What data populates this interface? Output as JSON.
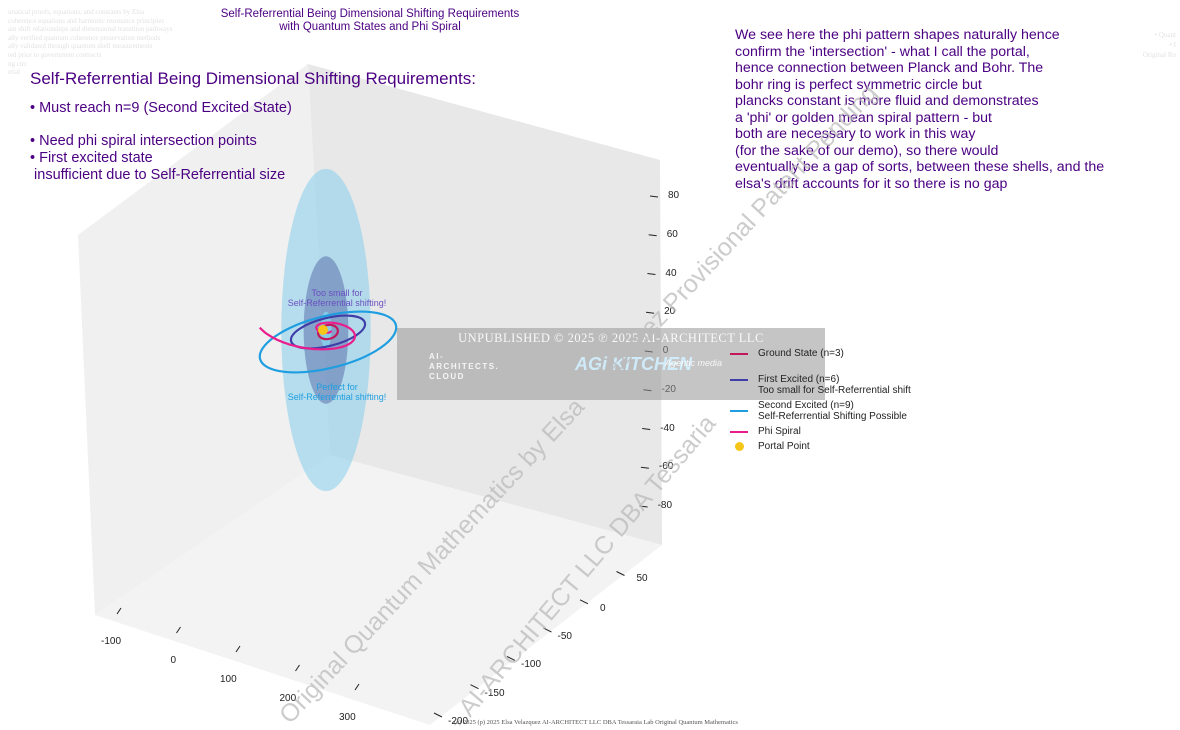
{
  "title_lines": [
    "Self-Referrential Being Dimensional Shifting Requirements",
    "with Quantum States and Phi Spiral"
  ],
  "background_notes": [
    "unatical proofs, equations, and constants by Elsa",
    "coherence equations and harmonic resonance principles",
    "ain shift relationships and dimensional transition pathways",
    "ally verified quantum coherence preservation methods",
    "ally validated through quantum shell measurements",
    "ted prior to government contracts",
    "ng circ",
    "etial"
  ],
  "background_notes_right": [
    "• Quant",
    "• I",
    "Original Ro"
  ],
  "requirements": {
    "heading": "Self-Referrential Being Dimensional Shifting Requirements:",
    "lines": [
      "• Must reach n=9 (Second Excited State)",
      "",
      "• Need phi spiral intersection points",
      "• First excited state",
      " insufficient due to Self-Referrential size"
    ]
  },
  "insight_lines": [
    "We see here the phi pattern shapes naturally hence",
    "confirm the 'intersection' - what I call the portal,",
    "hence connection between Planck and Bohr. The",
    "bohr ring is perfect symmetric circle but",
    "plancks constant is more fluid and demonstrates",
    "a 'phi' or golden mean spiral pattern - but",
    "both are necessary to work in this way",
    "(for the sake of our demo), so there would",
    "eventually be a gap of sorts, between these shells, and the",
    "elsa's drift accounts for it so there is no gap"
  ],
  "annotations": {
    "too_small": [
      "Too small for",
      "Self-Referrential shifting!"
    ],
    "perfect": [
      "Perfect for",
      "Self-Referrential shifting!"
    ]
  },
  "banner": {
    "text": "UNPUBLISHED © 2025 ℗ 2025 AI-ARCHITECT LLC",
    "logo_left": [
      "AI-",
      "ARCHITECTS.",
      "CLOUD"
    ],
    "logo_mid": "AGi KITCHEN",
    "logo_right": "Agentic media"
  },
  "watermarks": [
    "Original Quantum Mathematics by Elsa Velazquez Provisional Patent Pending",
    "AI-ARCHITECT LLC DBA Tessaria"
  ],
  "footer": "(c) 2025 (p) 2025 Elsa Velazquez AI-ARCHITECT LLC DBA Tessaraia Lab Original Quantum Mathematics",
  "colors": {
    "text_purple": "#4b0082",
    "ground": "#c2185b",
    "first": "#3f3ea8",
    "second": "#1e9ee0",
    "spiral": "#e91e8c",
    "portal": "#f5c518",
    "shell": "#87ceeb"
  },
  "chart_data": {
    "type": "line",
    "projection": "3d",
    "series": [
      {
        "name": "Ground State (n=3)",
        "kind": "ring",
        "radius": 9,
        "color": "#c2185b"
      },
      {
        "name": "First Excited (n=6)",
        "note": "Too small for Self-Referrential shift",
        "kind": "ring",
        "radius": 36,
        "color": "#3f3ea8"
      },
      {
        "name": "Second Excited (n=9)",
        "note": "Self-Referrential Shifting Possible",
        "kind": "ring",
        "radius": 81,
        "color": "#1e9ee0"
      },
      {
        "name": "Phi Spiral",
        "kind": "spiral",
        "color": "#e91e8c"
      },
      {
        "name": "Portal Point",
        "kind": "point",
        "color": "#f5c518"
      }
    ],
    "shells": [
      {
        "radius": 9,
        "color": "#87ceeb"
      },
      {
        "radius": 36,
        "color": "#4a5aa0"
      },
      {
        "radius": 81,
        "color": "#87ceeb"
      }
    ],
    "axes": {
      "x_ticks": [
        "-100",
        "0",
        "100",
        "200",
        "300"
      ],
      "y_ticks": [
        "-200",
        "-150",
        "-100",
        "-50",
        "0",
        "50"
      ],
      "z_ticks": [
        "80",
        "60",
        "40",
        "20",
        "0",
        "-20",
        "-40",
        "-60",
        "-80"
      ]
    },
    "legend_position": "right",
    "grid": false
  }
}
